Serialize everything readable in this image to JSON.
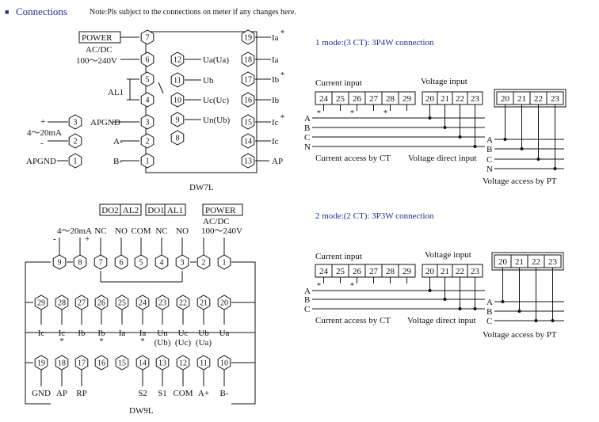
{
  "header": {
    "bullet": "■",
    "title": "Connections",
    "note": "Note:Pls subject to the connections on meter if any changes here."
  },
  "dw7l": {
    "name": "DW7L",
    "power_label": "POWER",
    "acdc": "AC/DC",
    "voltage": "100～240V",
    "al1": "AL1",
    "analog": "4～20mA",
    "plus": "+",
    "minus": "-",
    "apgnd_left": "APGND",
    "apgnd_mid": "APGND",
    "a_minus": "A-",
    "b_minus": "B-",
    "ap": "AP",
    "left_terms": [
      "7",
      "6",
      "5",
      "4",
      "3",
      "2",
      "1"
    ],
    "analog_terms": [
      "3",
      "2",
      "1"
    ],
    "mid_terms": [
      "12",
      "11",
      "10",
      "9",
      "8"
    ],
    "mid_labels": [
      "Ua(Ua)",
      "Ub",
      "Uc(Uc)",
      "Un(Ub)"
    ],
    "right_terms": [
      "19",
      "18",
      "17",
      "16",
      "15",
      "14",
      "13"
    ],
    "right_labels": [
      "Ia",
      "Ia",
      "Ib",
      "Ib",
      "Ic",
      "Ic"
    ],
    "star": "*"
  },
  "dw9l": {
    "name": "DW9L",
    "relay_labels": [
      "DO2",
      "AL2",
      "DO1",
      "AL1"
    ],
    "power_label": "POWER",
    "acdc": "AC/DC",
    "voltage": "100～240V",
    "analog": "4～20mA",
    "analog_minus": "-",
    "analog_plus": "+",
    "top_pin_labels": [
      "NC",
      "NO",
      "COM",
      "NC",
      "NO"
    ],
    "top_terms": [
      "9",
      "8",
      "7",
      "6",
      "5",
      "4",
      "3",
      "2",
      "1"
    ],
    "mid_terms": [
      "29",
      "28",
      "27",
      "26",
      "25",
      "24",
      "23",
      "22",
      "21",
      "20"
    ],
    "mid_labels": [
      "Ic",
      "Ic",
      "Ib",
      "Ib",
      "Ia",
      "Ia",
      "Un",
      "Uc",
      "Ub",
      "Ua"
    ],
    "mid_sublabels": [
      "(Ub)",
      "(Uc)",
      "(Ua)"
    ],
    "star": "*",
    "bottom_terms": [
      "19",
      "18",
      "17",
      "16",
      "15",
      "14",
      "13",
      "12",
      "11",
      "10"
    ],
    "bottom_labels": [
      "GND",
      "AP",
      "RP",
      "S2",
      "S1",
      "COM",
      "A+",
      "B-"
    ]
  },
  "mode1": {
    "title": "1 mode:(3 CT):  3P4W connection",
    "current_input": "Current input",
    "voltage_input": "Voltage input",
    "current_terms": [
      "24",
      "25",
      "26",
      "27",
      "28",
      "29"
    ],
    "voltage_terms": [
      "20",
      "21",
      "22",
      "23"
    ],
    "pt_terms": [
      "20",
      "21",
      "22",
      "23"
    ],
    "lines": [
      "A",
      "B",
      "C",
      "N"
    ],
    "pt_lines": [
      "A",
      "B",
      "C",
      "N"
    ],
    "caption_ct": "Current access by CT",
    "caption_direct": "Voltage direct input",
    "caption_pt": "Voltage access by PT",
    "star": "*"
  },
  "mode2": {
    "title": "2 mode:(2 CT):  3P3W connection",
    "current_input": "Current input",
    "voltage_input": "Voltage input",
    "current_terms": [
      "24",
      "25",
      "26",
      "27",
      "28",
      "29"
    ],
    "voltage_terms": [
      "20",
      "21",
      "22",
      "23"
    ],
    "pt_terms": [
      "20",
      "21",
      "22",
      "23"
    ],
    "lines": [
      "A",
      "B",
      "C"
    ],
    "pt_lines": [
      "A",
      "B",
      "C"
    ],
    "caption_ct": "Current access by CT",
    "caption_direct": "Voltage direct input",
    "caption_pt": "Voltage access by PT",
    "star": "*"
  }
}
